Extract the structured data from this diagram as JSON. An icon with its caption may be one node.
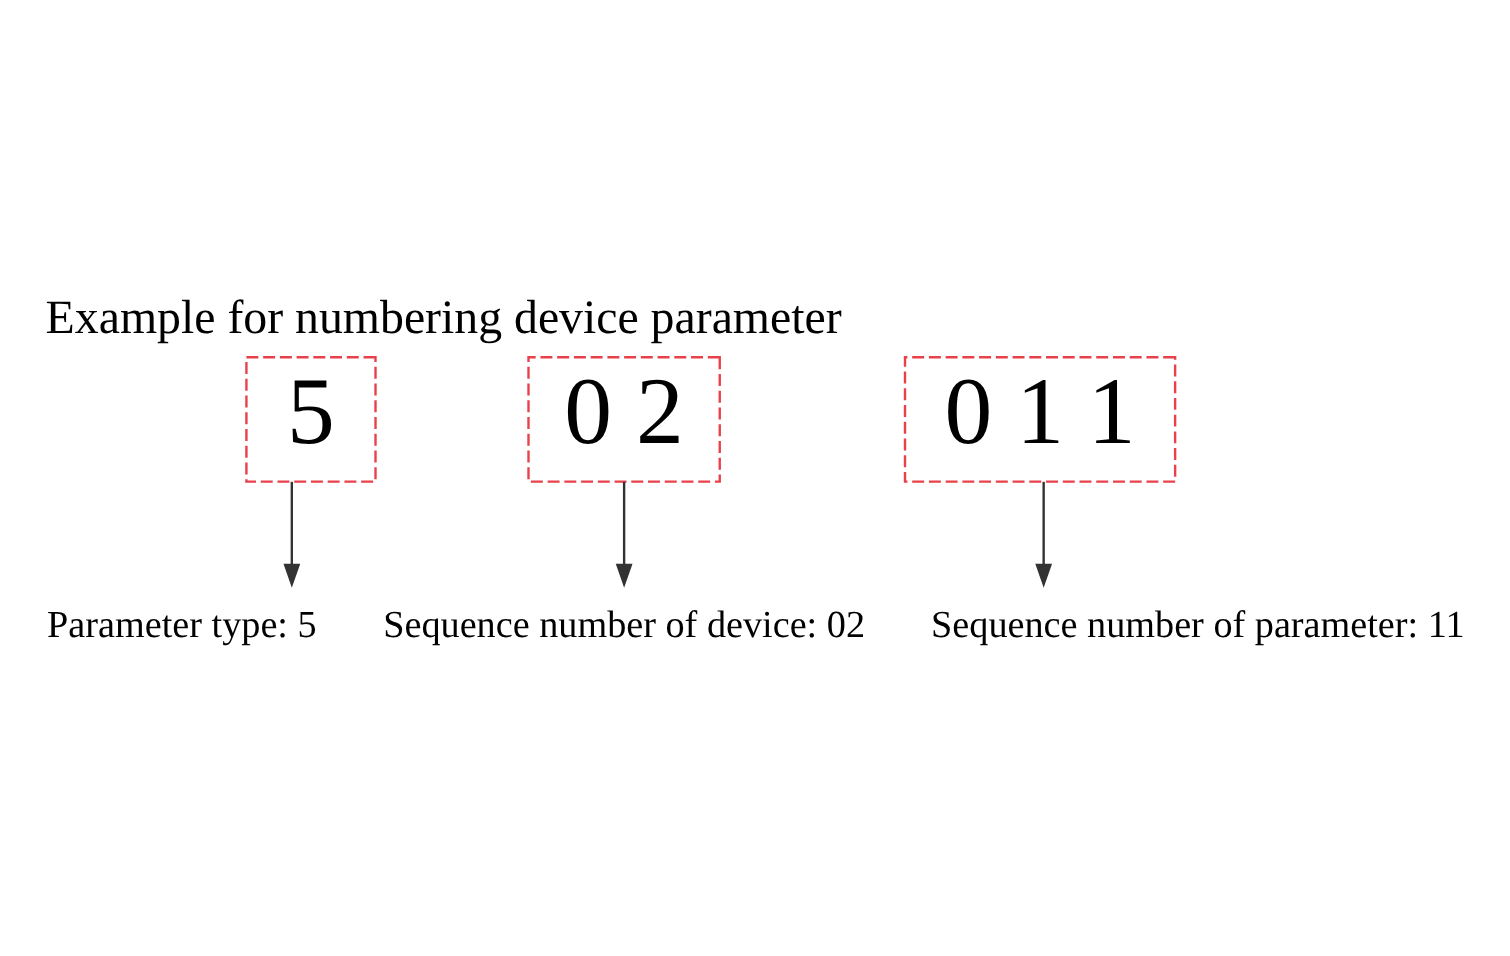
{
  "diagram": {
    "title": "Example for numbering device parameter",
    "nodes": [
      {
        "text": [
          "5"
        ]
      },
      {
        "text": [
          "0 2"
        ]
      },
      {
        "text": [
          "0 1 1"
        ]
      },
      {
        "text": [
          "Sequence number of parameter: 11"
        ]
      },
      {
        "text": [
          "Sequence number of device: 02"
        ]
      },
      {
        "text": [
          "Parameter type: 5"
        ]
      }
    ],
    "edges": [
      {
        "from": 2,
        "to": 3,
        "arrow": "to"
      },
      {
        "from": 1,
        "to": 4,
        "arrow": "to"
      },
      {
        "from": 0,
        "to": 5,
        "arrow": "to"
      }
    ]
  }
}
